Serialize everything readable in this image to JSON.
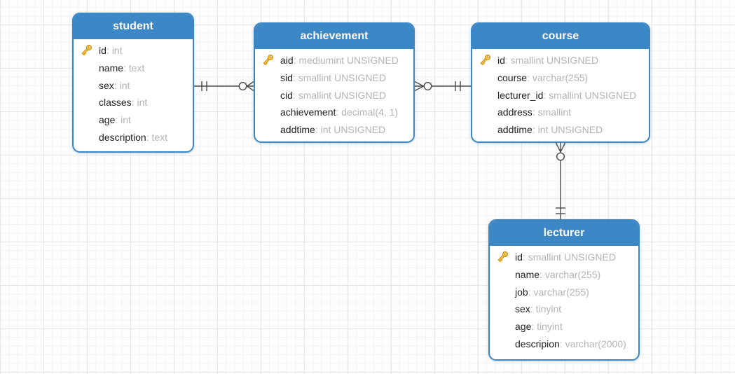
{
  "diagram": {
    "tables": [
      {
        "name": "student",
        "fields": [
          {
            "name": "id",
            "type": "int",
            "primary_key": true
          },
          {
            "name": "name",
            "type": "text"
          },
          {
            "name": "sex",
            "type": "int"
          },
          {
            "name": "classes",
            "type": "int"
          },
          {
            "name": "age",
            "type": "int"
          },
          {
            "name": "description",
            "type": "text"
          }
        ]
      },
      {
        "name": "achievement",
        "fields": [
          {
            "name": "aid",
            "type": "mediumint UNSIGNED",
            "primary_key": true
          },
          {
            "name": "sid",
            "type": "smallint UNSIGNED"
          },
          {
            "name": "cid",
            "type": "smallint UNSIGNED"
          },
          {
            "name": "achievement",
            "type": "decimal(4, 1)"
          },
          {
            "name": "addtime",
            "type": "int UNSIGNED"
          }
        ]
      },
      {
        "name": "course",
        "fields": [
          {
            "name": "id",
            "type": "smallint UNSIGNED",
            "primary_key": true
          },
          {
            "name": "course",
            "type": "varchar(255)"
          },
          {
            "name": "lecturer_id",
            "type": "smallint UNSIGNED"
          },
          {
            "name": "address",
            "type": "smallint"
          },
          {
            "name": "addtime",
            "type": "int UNSIGNED"
          }
        ]
      },
      {
        "name": "lecturer",
        "fields": [
          {
            "name": "id",
            "type": "smallint UNSIGNED",
            "primary_key": true
          },
          {
            "name": "name",
            "type": "varchar(255)"
          },
          {
            "name": "job",
            "type": "varchar(255)"
          },
          {
            "name": "sex",
            "type": "tinyint"
          },
          {
            "name": "age",
            "type": "tinyint"
          },
          {
            "name": "descripion",
            "type": "varchar(2000)"
          }
        ]
      }
    ],
    "relationships": [
      {
        "from_table": "student",
        "from_cardinality": "one-and-only-one",
        "to_table": "achievement",
        "to_cardinality": "zero-or-many"
      },
      {
        "from_table": "course",
        "from_cardinality": "one-and-only-one",
        "to_table": "achievement",
        "to_cardinality": "zero-or-many"
      },
      {
        "from_table": "lecturer",
        "from_cardinality": "one-and-only-one",
        "to_table": "course",
        "to_cardinality": "zero-or-many"
      }
    ],
    "icons": {
      "primary_key": "key-icon"
    },
    "colors": {
      "table_header": "#3c87c5",
      "table_border": "#3c87c5",
      "header_text": "#ffffff",
      "field_name": "#1f1f1f",
      "field_type": "#b4b4b4",
      "relationship_line": "#4a4a4a",
      "key_gold": "#f5c242",
      "canvas_bg": "#fdfdfd"
    }
  }
}
